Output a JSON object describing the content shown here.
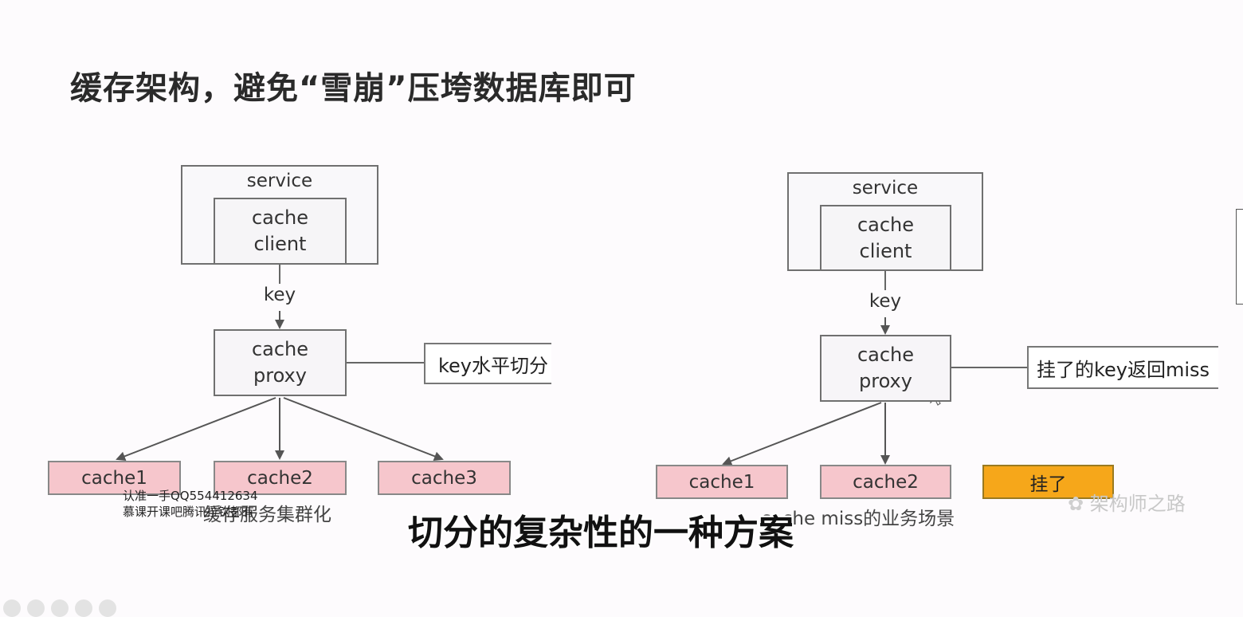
{
  "title": "缓存架构，避免“雪崩”压垮数据库即可",
  "left": {
    "service_label": "service",
    "client_line1": "cache",
    "client_line2": "client",
    "edge_label": "key",
    "proxy_line1": "cache",
    "proxy_line2": "proxy",
    "note": "key水平切分",
    "nodes": [
      "cache1",
      "cache2",
      "cache3"
    ],
    "caption": "缓存服务集群化"
  },
  "right": {
    "service_label": "service",
    "client_line1": "cache",
    "client_line2": "client",
    "edge_label": "key",
    "proxy_line1": "cache",
    "proxy_line2": "proxy",
    "note": "挂了的key返回miss",
    "nodes": [
      "cache1",
      "cache2"
    ],
    "dead_node": "挂了",
    "caption": "cache miss的业务场景"
  },
  "subtitle": "切分的复杂性的一种方案",
  "watermark": {
    "line1": "认准一手QQ554412634",
    "line2": "慕课开课吧腾讯拉钩都有"
  },
  "brand": "架构师之路",
  "colors": {
    "cache_node": "#f6c6cc",
    "dead_node": "#f6a71a",
    "border": "#707070"
  }
}
